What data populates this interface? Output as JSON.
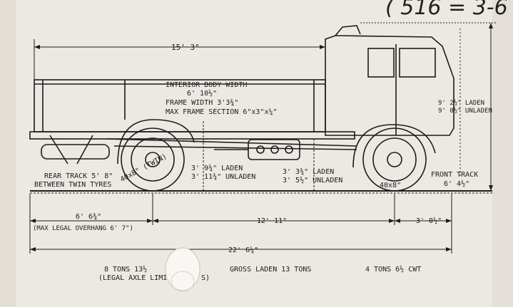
{
  "header_note": "( 516 = 3-6",
  "dimensions": {
    "overall_body_length": "15' 3\"",
    "interior_body_width": "INTERIOR BODY WIDTH",
    "interior_body_width_value": "6' 10½\"",
    "frame_width": "FRAME WIDTH 3'3¾\"",
    "max_frame_section": "MAX FRAME SECTION 6\"x3\"x¼\"",
    "height_laden": "9' 2½\" LADEN",
    "height_unladen": "9' 0½\" UNLADEN",
    "rear_frame_laden": "3' 9¾\" LADEN",
    "rear_frame_unladen": "3' 11¾\" UNLADEN",
    "mid_frame_laden": "3' 3¾\" LADEN",
    "mid_frame_unladen": "3' 5½\" UNLADEN",
    "rear_track": "REAR TRACK 5' 8\"",
    "rear_track_note": "BETWEEN TWIN TYRES",
    "front_track": "FRONT TRACK",
    "front_track_value": "6' 4½\"",
    "rear_overhang": "6' 6¾\"",
    "rear_overhang_note": "(MAX LEGAL OVERHANG 6' 7\")",
    "wheelbase": "12' 11\"",
    "front_overhang": "3' 0½\"",
    "overall_length": "22' 6¼\""
  },
  "tyres": {
    "rear": "40x8\" (TWIN)",
    "front": "40x8\""
  },
  "weights": {
    "rear_axle": "8 TONS 13½",
    "rear_axle_note": "(LEGAL AXLE LIMI",
    "rear_axle_note_tail": "S)",
    "gross": "GROSS LADEN 13 TONS",
    "front_axle": "4 TONS 6½ CWT"
  },
  "colors": {
    "paper": "#ece9e3",
    "ink": "#1c1c1c"
  }
}
